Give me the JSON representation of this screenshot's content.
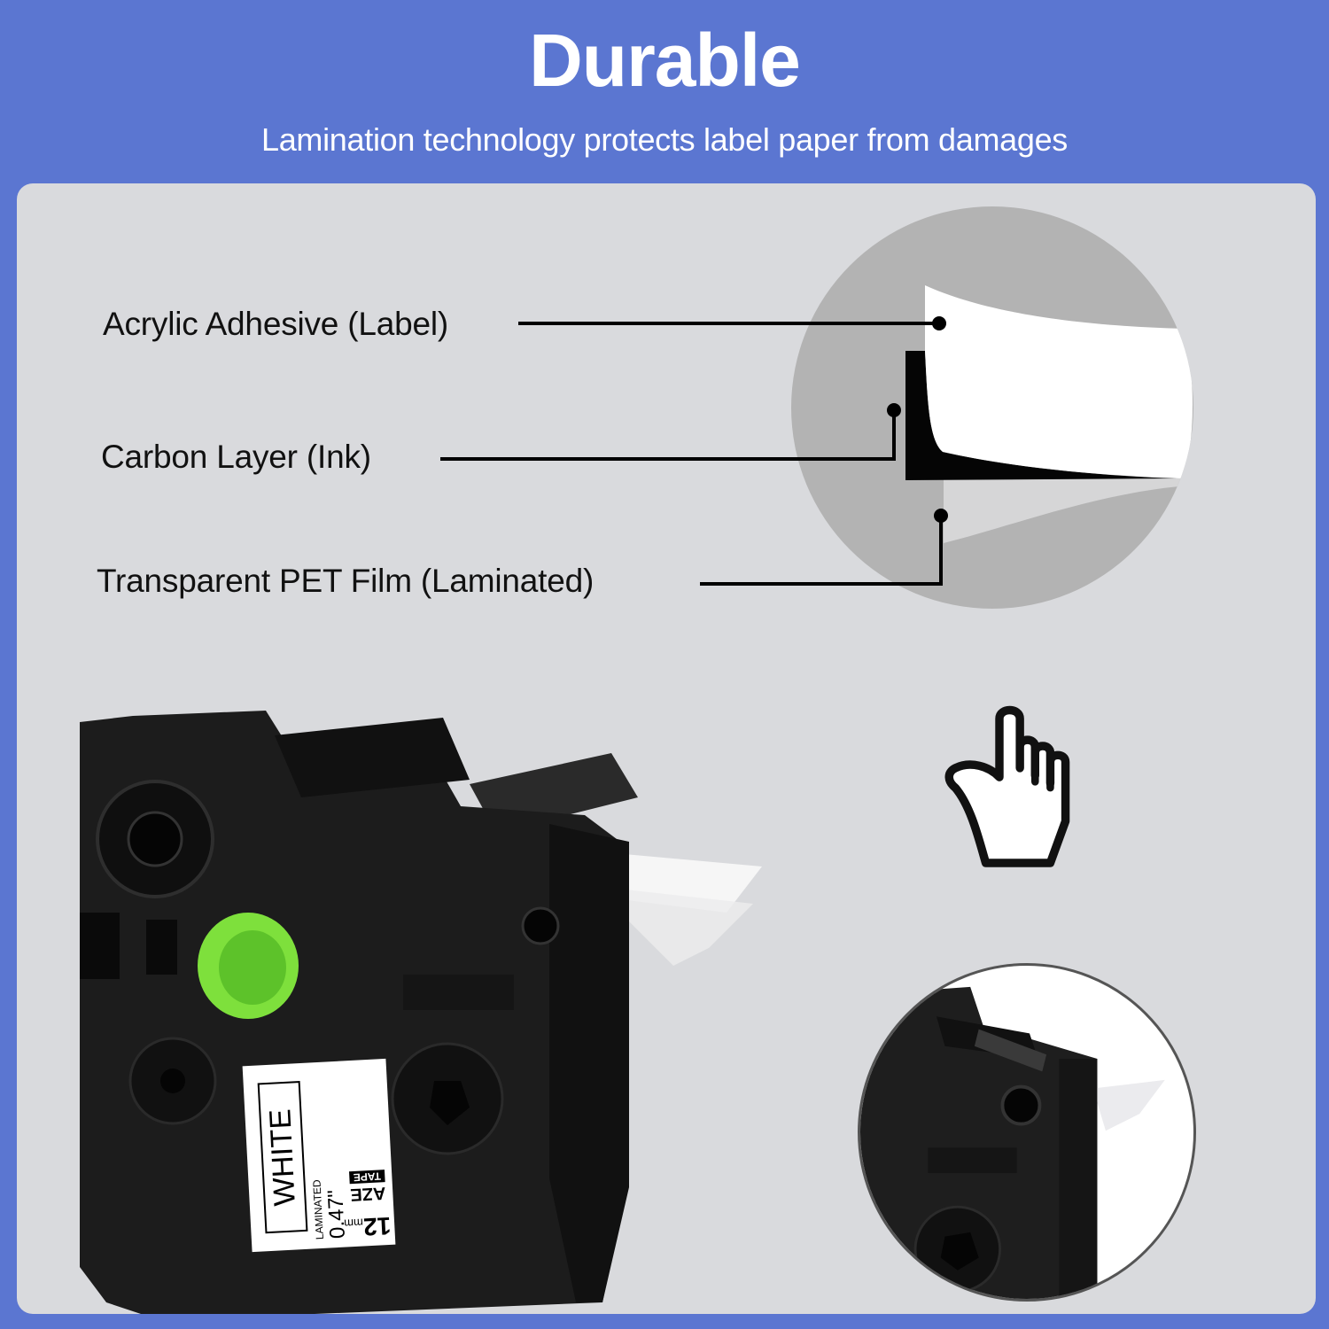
{
  "header": {
    "title": "Durable",
    "subtitle": "Lamination technology protects label paper from damages"
  },
  "layers": [
    {
      "label": "Acrylic Adhesive (Label)"
    },
    {
      "label": "Carbon Layer (Ink)"
    },
    {
      "label": "Transparent PET Film (Laminated)"
    }
  ],
  "cartridge": {
    "label_color": "WHITE",
    "label_type": "LAMINATED",
    "width_inch": "0.47\"",
    "width_mm": "12",
    "width_unit": "mm",
    "brand_line1": "AZE",
    "brand_line2": "TAPE"
  },
  "icons": {
    "pointer": "hand-pointer-icon"
  },
  "colors": {
    "background": "#5b76d1",
    "panel": "#d9dadd",
    "circle_gray": "#b3b3b3",
    "spool_green": "#7ee03c",
    "cartridge_body": "#1c1c1c"
  }
}
